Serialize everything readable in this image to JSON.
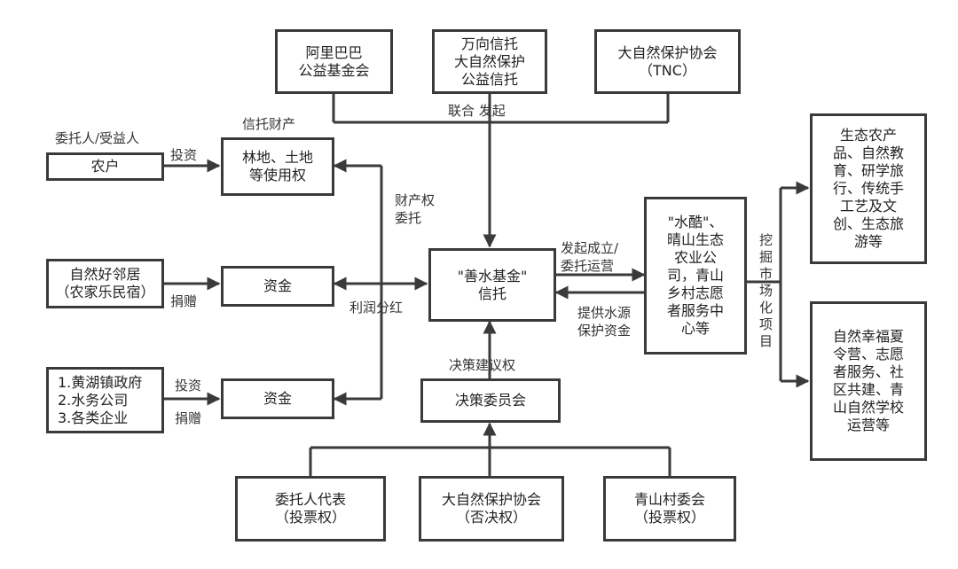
{
  "top_partners": {
    "alibaba": "阿里巴巴\n公益基金会",
    "wanxiang": "万向信托\n大自然保护\n公益信托",
    "tnc": "大自然保护协会\n（TNC）",
    "joint_label": "联合 发起"
  },
  "left_column": {
    "trustor_label": "委托人/受益人",
    "farmer": "农户",
    "invest_1": "投资",
    "trust_property_label": "信托财产",
    "land": "林地、土地\n等使用权",
    "neighbor": "自然好邻居\n（农家乐民宿）",
    "donate_1": "捐赠",
    "funds_1": "资金",
    "gov_list": "1.黄湖镇政府\n2.水务公司\n3.各类企业",
    "invest_2": "投资",
    "donate_2": "捐赠",
    "funds_2": "资金",
    "property_entrust": "财产权\n委托",
    "profit_share": "利润分红"
  },
  "center": {
    "trust": "\"善水基金\"\n信托",
    "decision_right": "决策建议权",
    "committee": "决策委员会"
  },
  "bottom": {
    "rep": "委托人代表\n（投票权）",
    "tnc_veto": "大自然保护协会\n（否决权）",
    "village": "青山村委会\n（投票权）"
  },
  "right": {
    "found_operate": "发起成立/\n委托运营",
    "provide_funds": "提供水源\n保护资金",
    "company": "\"水酷\"、\n晴山生态\n农业公\n司，青山\n乡村志愿\n者服务中\n心等",
    "market_label": "挖\n掘\n市\n场\n化\n项\n目",
    "products": "生态农产\n品、自然教\n育、研学旅\n行、传统手\n工艺及文\n创、生态旅\n游等",
    "camps": "自然幸福夏\n令营、志愿\n者服务、社\n区共建、青\n山自然学校\n运营等"
  },
  "colors": {
    "line": "#3a3a3a",
    "text": "#222222"
  }
}
